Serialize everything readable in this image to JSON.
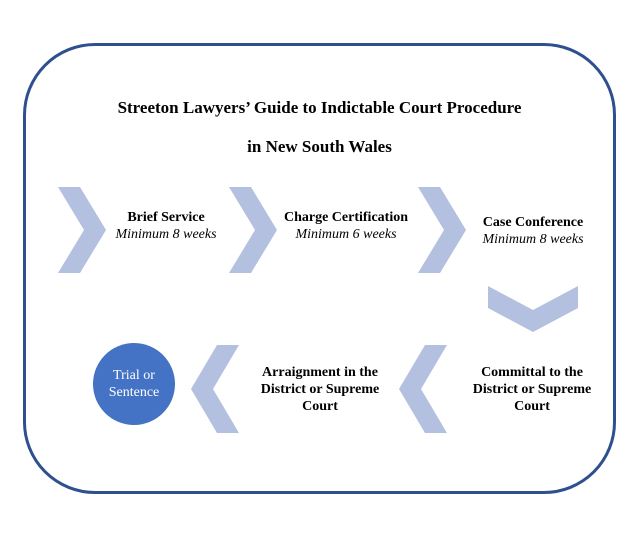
{
  "title": {
    "line1": "Streeton Lawyers’ Guide to Indictable Court Procedure",
    "line2": "in New South Wales"
  },
  "steps": [
    {
      "name": "Brief Service",
      "duration": "Minimum 8 weeks"
    },
    {
      "name": "Charge Certification",
      "duration": "Minimum 6 weeks"
    },
    {
      "name": "Case Conference",
      "duration": "Minimum 8 weeks"
    },
    {
      "name": "Committal to the District or Supreme Court",
      "duration": ""
    },
    {
      "name": "Arraignment in the District or Supreme Court",
      "duration": ""
    }
  ],
  "final": {
    "label": "Trial or Sentence"
  },
  "colors": {
    "border": "#2f4f8f",
    "chevron": "#b4c0e0",
    "circle": "#4472c4"
  }
}
